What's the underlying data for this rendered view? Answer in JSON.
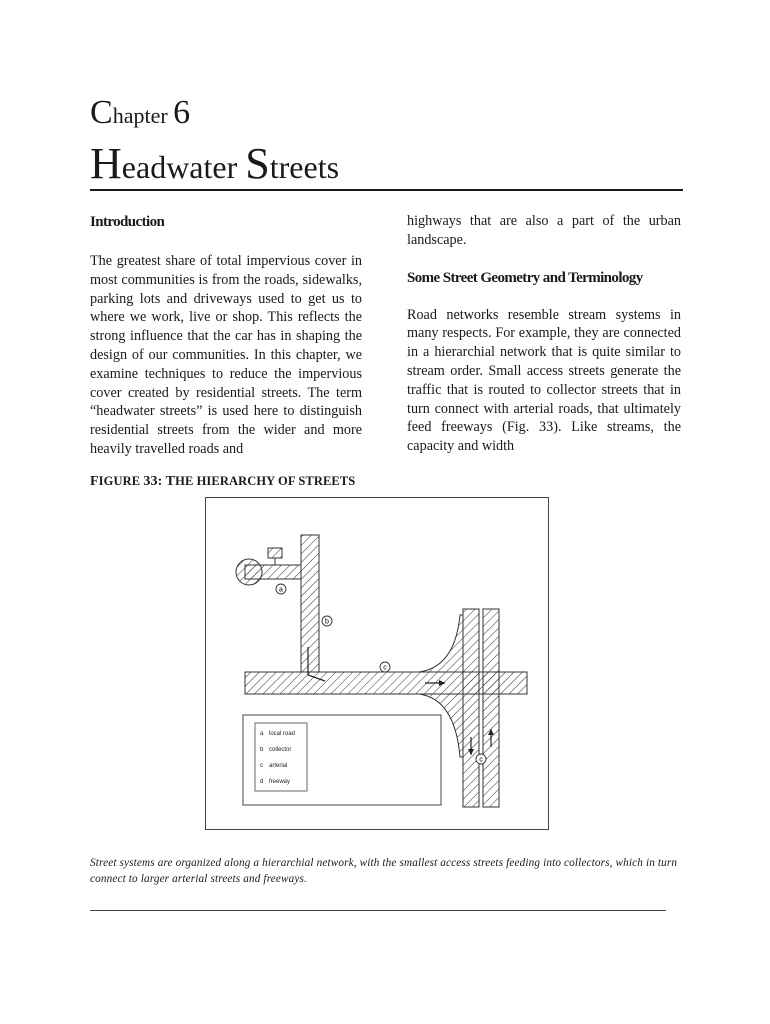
{
  "chapter": {
    "prefix_big": "C",
    "prefix_rest": "hapter ",
    "number": "6"
  },
  "title": {
    "word1_big": "H",
    "word1_rest": "eadwater ",
    "word2_big": "S",
    "word2_rest": "treets"
  },
  "left_column": {
    "heading": "Introduction",
    "paragraph": "The greatest share of total impervious cover in most communities is from the roads, sidewalks, parking lots and driveways used to get us to where we work, live or shop. This reflects the strong influence that the car has in shaping the design of our communities. In this chapter, we examine techniques to reduce the impervious cover created by residential streets. The term “headwater streets” is used here to distinguish residential streets from the wider and more heavily travelled roads and"
  },
  "right_column": {
    "paragraph1": "highways that are also a part of the urban landscape.",
    "heading": "Some Street Geometry and Terminology",
    "paragraph2": "Road networks resemble stream systems in many respects. For example, they are connected in a hierarchial network that is quite similar to stream order. Small access streets generate the traffic that is routed to collector streets that in turn connect with arterial roads, that ultimately feed freeways (Fig. 33). Like streams, the capacity and width"
  },
  "figure": {
    "label_f": "F",
    "label_rest1": "IGURE ",
    "label_num": "33: T",
    "label_rest2": "HE HIERARCHY OF STREETS",
    "legend": [
      {
        "key": "a",
        "text": "local road"
      },
      {
        "key": "b",
        "text": "collector"
      },
      {
        "key": "c",
        "text": "arterial"
      },
      {
        "key": "d",
        "text": "freeway"
      }
    ],
    "markers": [
      "a",
      "b",
      "c",
      "c"
    ]
  },
  "caption": "Street systems are organized along a hierarchial network, with the smallest access streets feeding into collectors, which in turn connect to larger arterial streets and freeways."
}
